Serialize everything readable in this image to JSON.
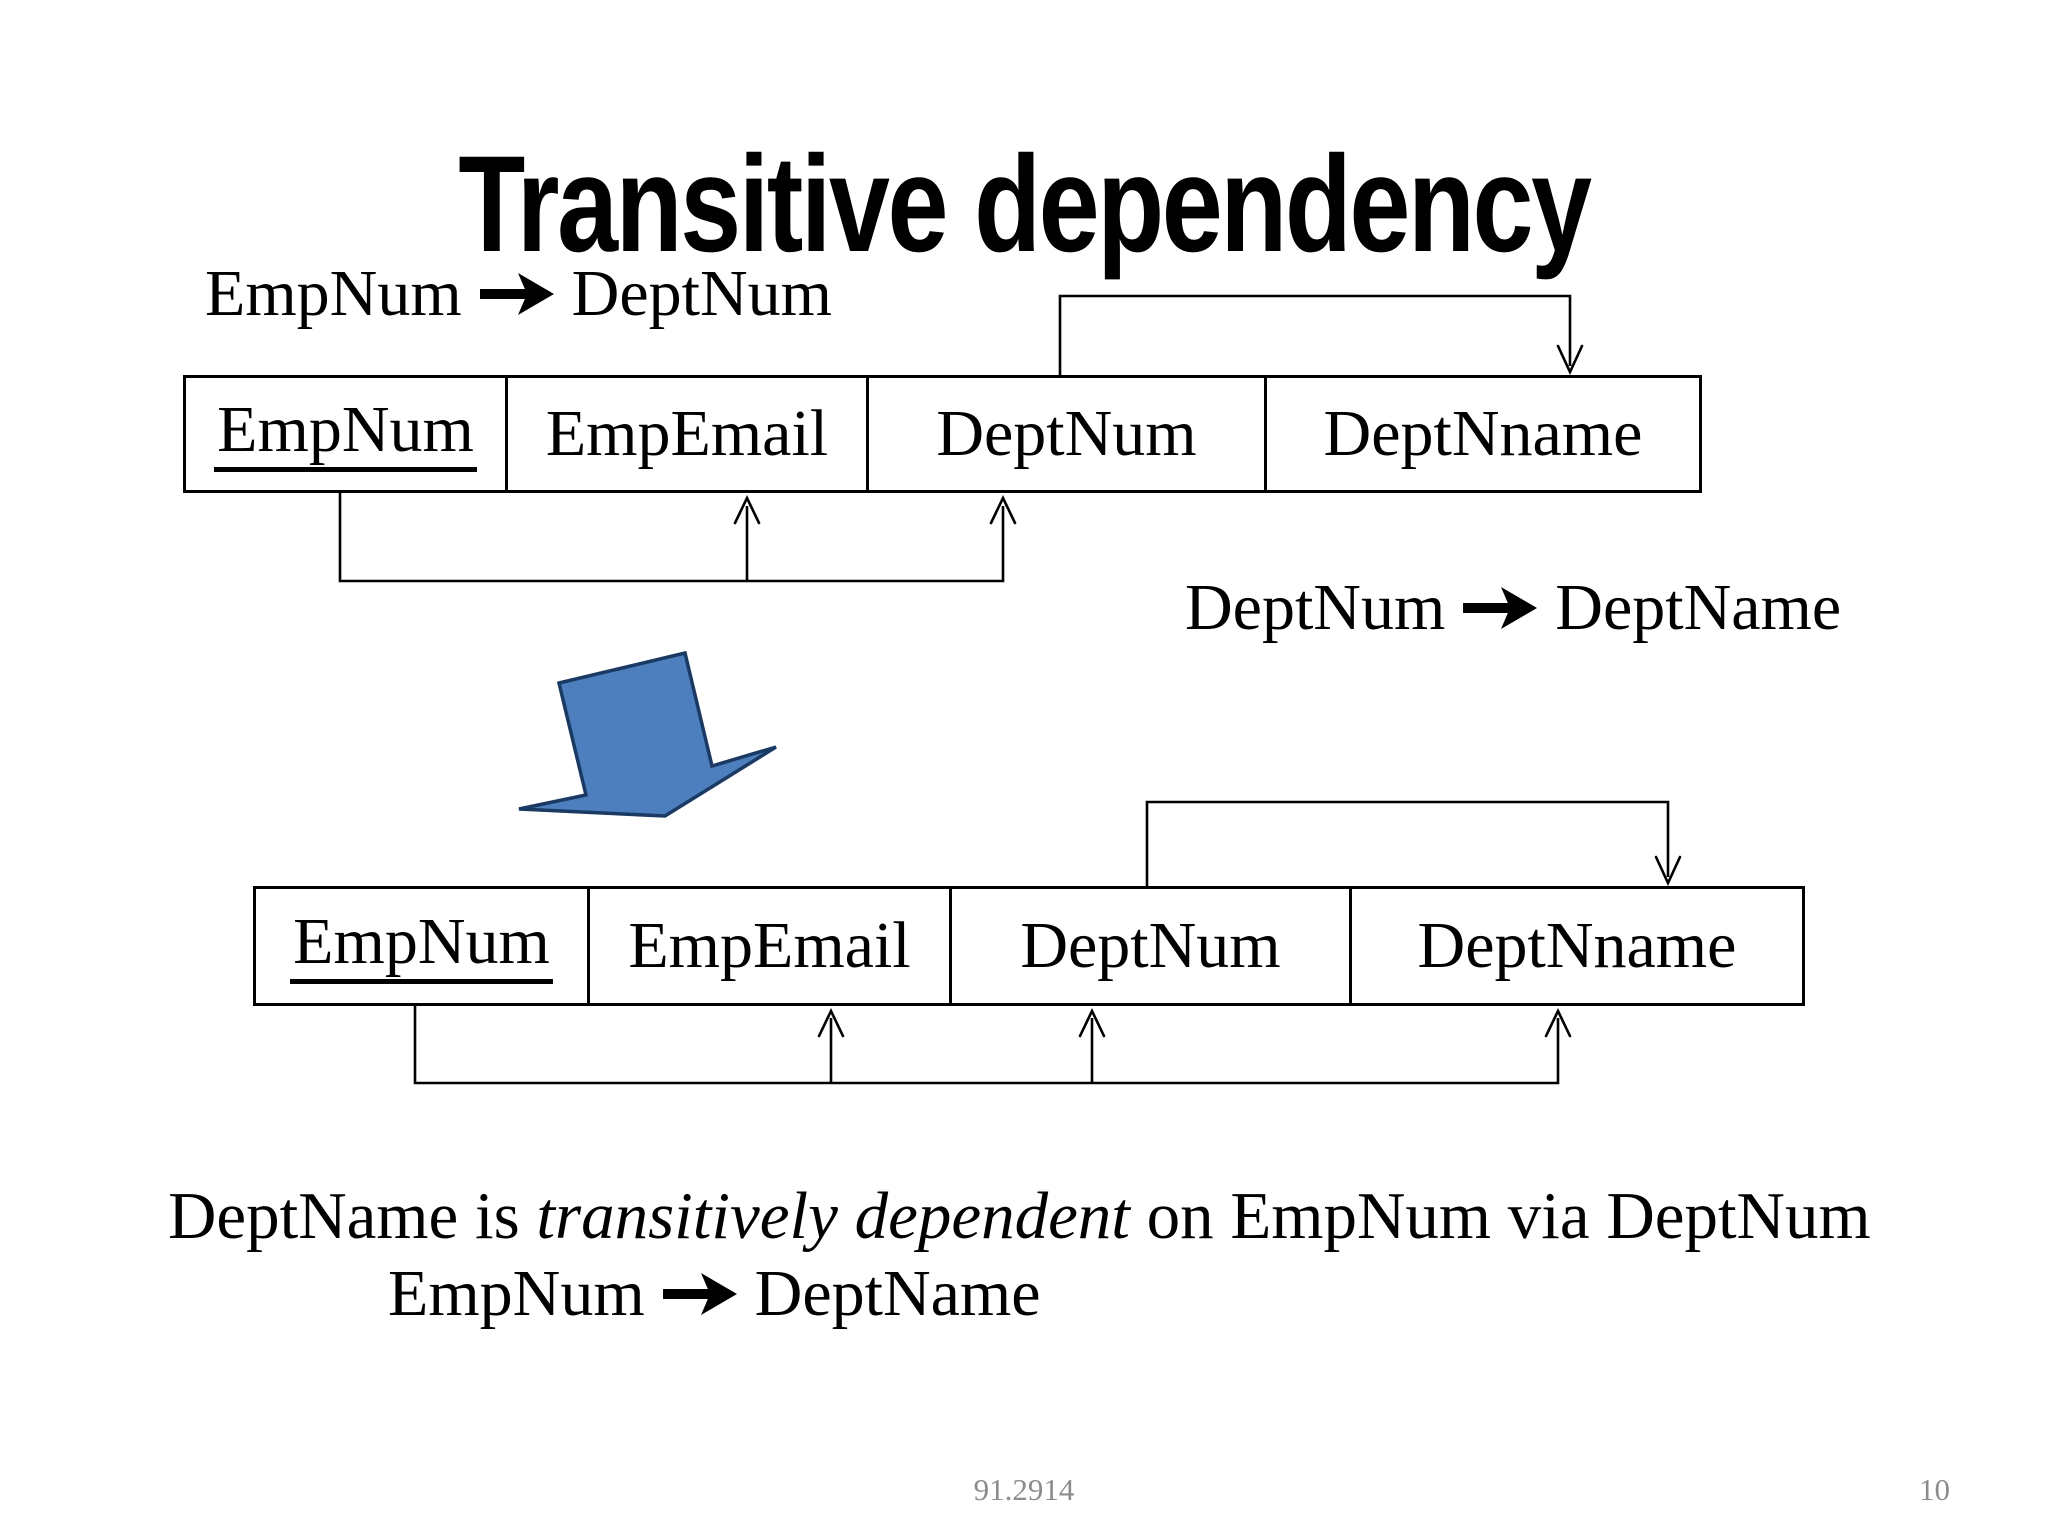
{
  "slide": {
    "title": "Transitive dependency"
  },
  "dependencies": {
    "top": {
      "determinant": "EmpNum",
      "dependent": "DeptNum"
    },
    "mid": {
      "determinant": "DeptNum",
      "dependent": "DeptName"
    },
    "conclusion": {
      "determinant": "EmpNum",
      "dependent": "DeptName"
    }
  },
  "tables": {
    "top": {
      "columns": [
        "EmpNum",
        "EmpEmail",
        "DeptNum",
        "DeptNname"
      ],
      "underlined_column": "EmpNum"
    },
    "bottom": {
      "columns": [
        "EmpNum",
        "EmpEmail",
        "DeptNum",
        "DeptNname"
      ],
      "underlined_column": "EmpNum"
    }
  },
  "conclusion_sentence": {
    "lead": "DeptName is ",
    "emphasis": "transitively dependent",
    "tail": " on EmpNum via DeptNum"
  },
  "footer": {
    "course_number": "91.2914",
    "page_number": "10"
  },
  "colors": {
    "text": "#000000",
    "line": "#000000",
    "block_arrow_fill": "#4d7ebd",
    "block_arrow_stroke": "#1b3a63",
    "footer_text": "#8c8c8c"
  }
}
